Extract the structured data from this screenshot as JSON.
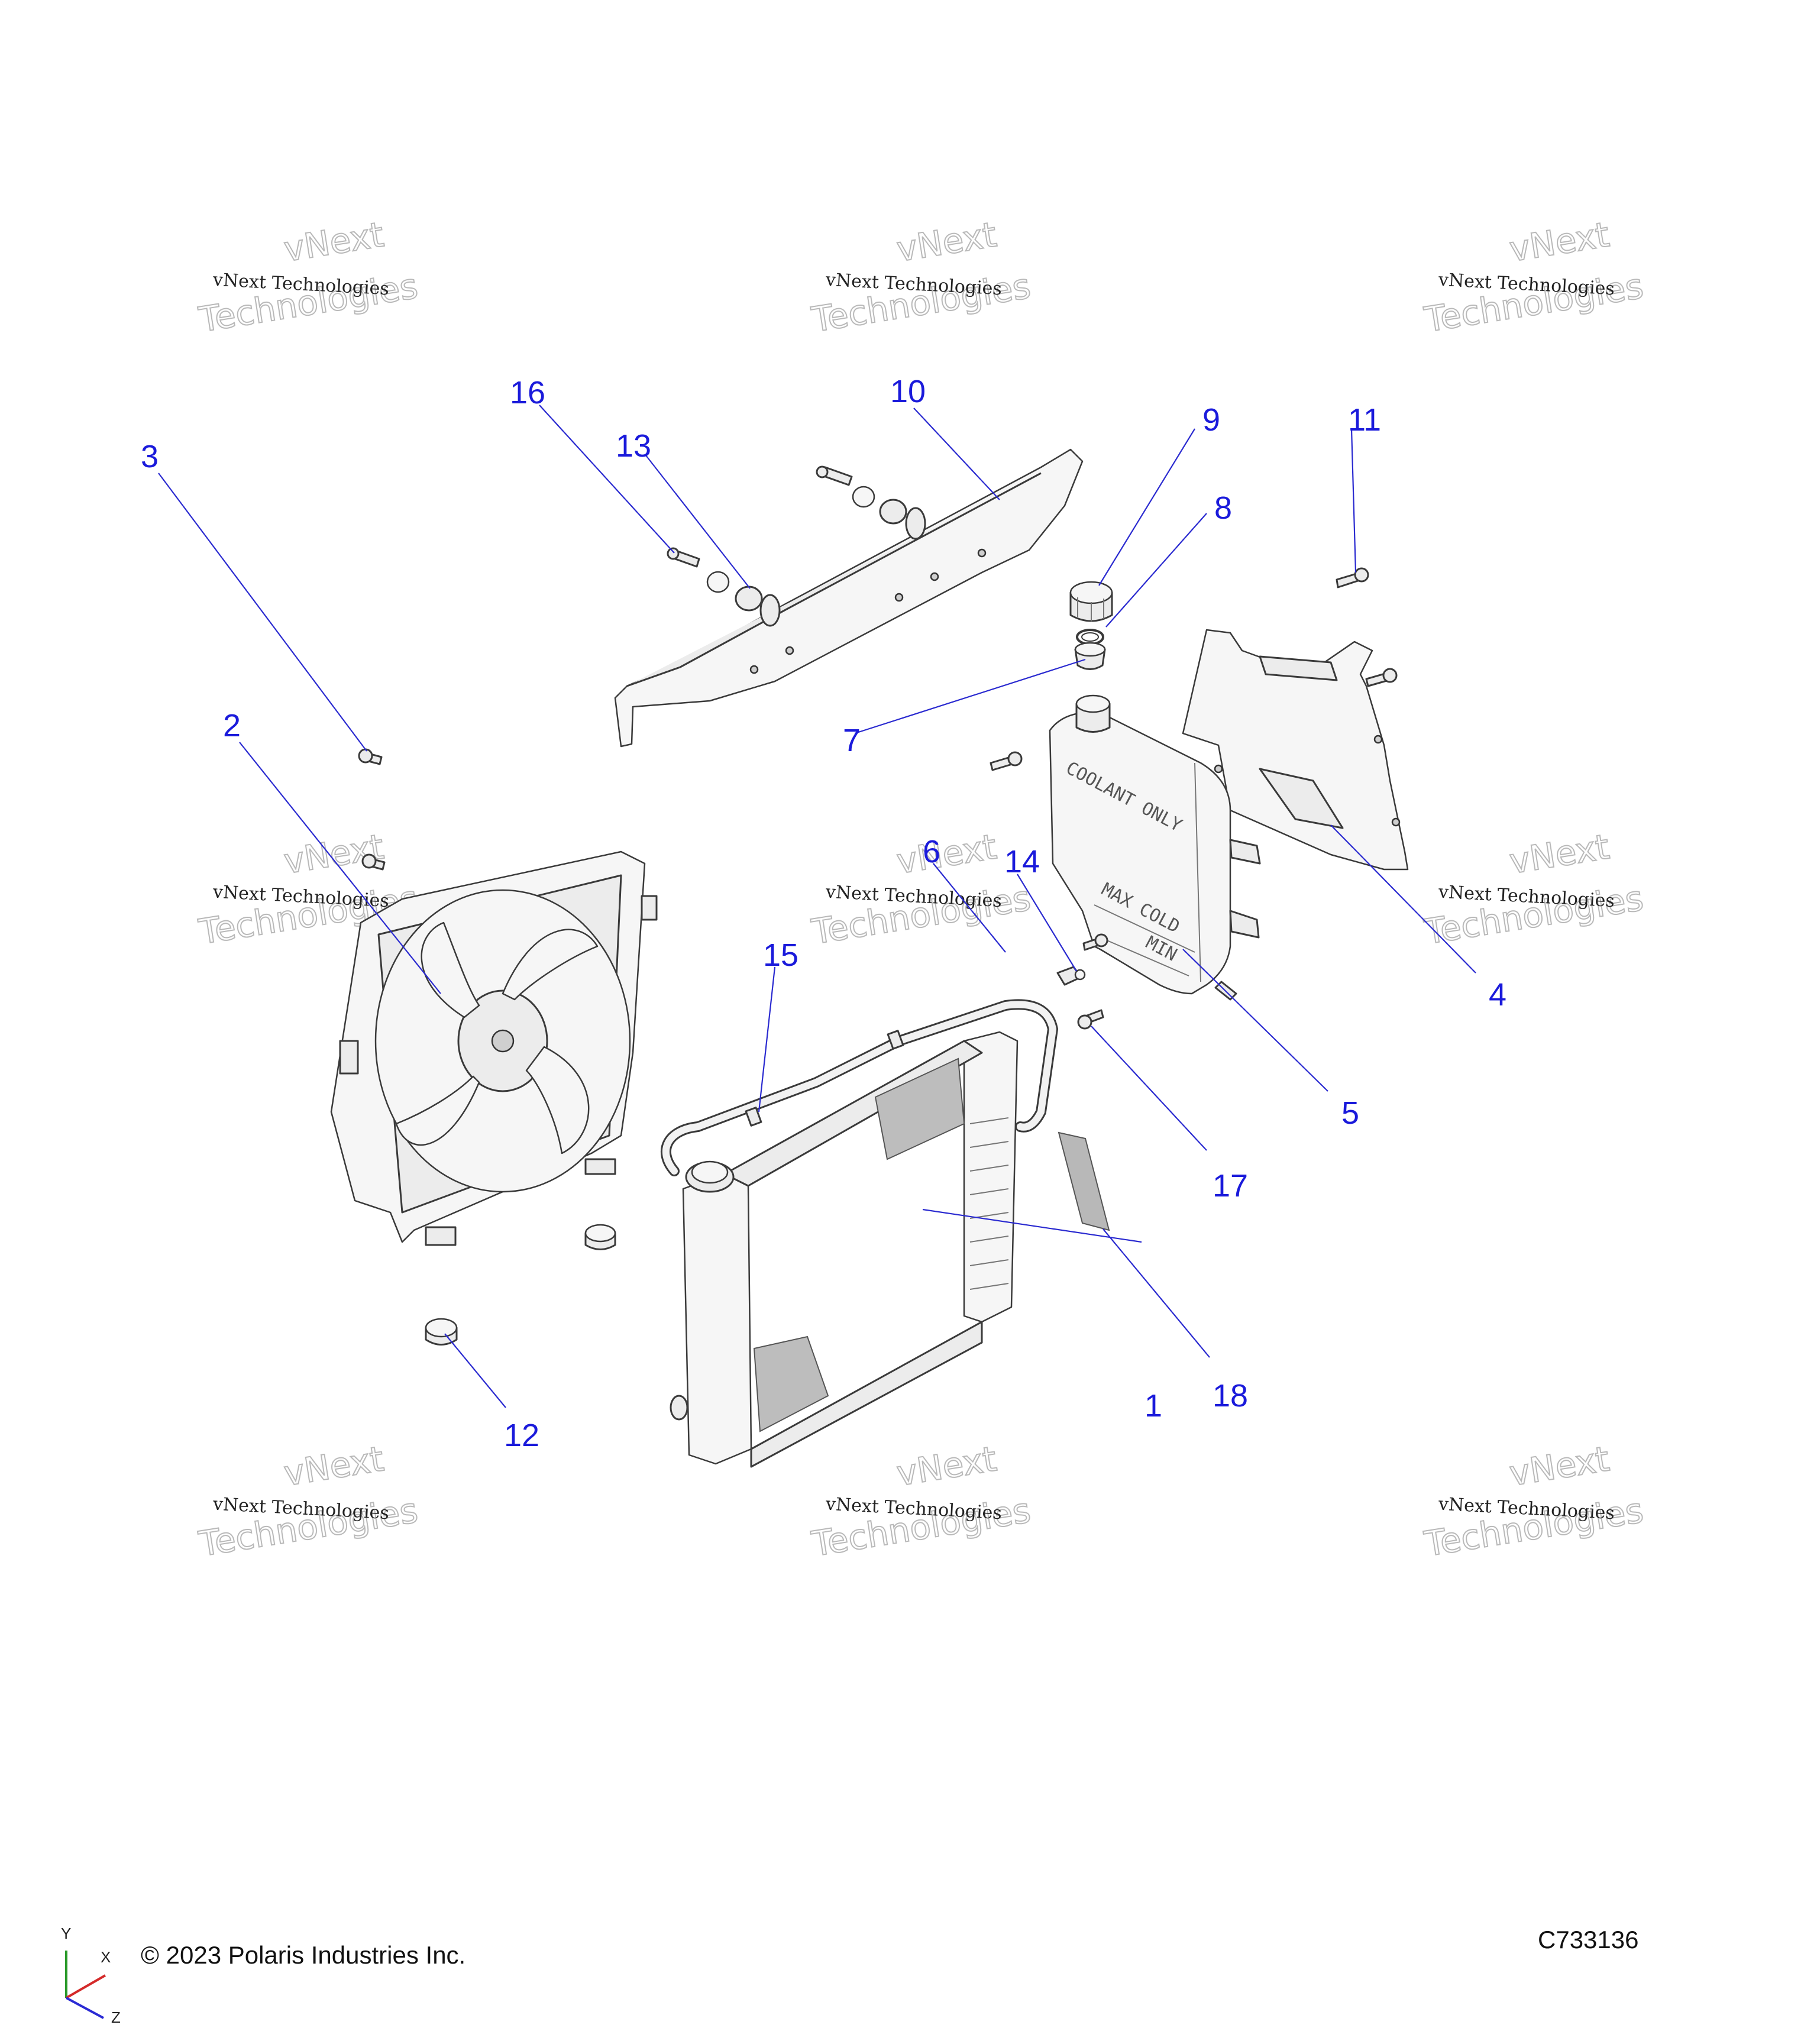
{
  "diagram": {
    "callouts": [
      "1",
      "2",
      "3",
      "4",
      "5",
      "6",
      "7",
      "8",
      "9",
      "10",
      "11",
      "12",
      "13",
      "14",
      "15",
      "16",
      "17",
      "18"
    ],
    "tank_labels": {
      "coolant_only": "COOLANT ONLY",
      "max_cold": "MAX COLD",
      "min": "MIN"
    },
    "watermark": {
      "line1": "vNext Technologies",
      "line2": "vNext",
      "line3": "Technologies"
    }
  },
  "footer": {
    "copyright": "© 2023 Polaris Industries Inc.",
    "drawing_id": "C733136",
    "axis": {
      "y": "Y",
      "x": "X",
      "z": "Z"
    }
  }
}
